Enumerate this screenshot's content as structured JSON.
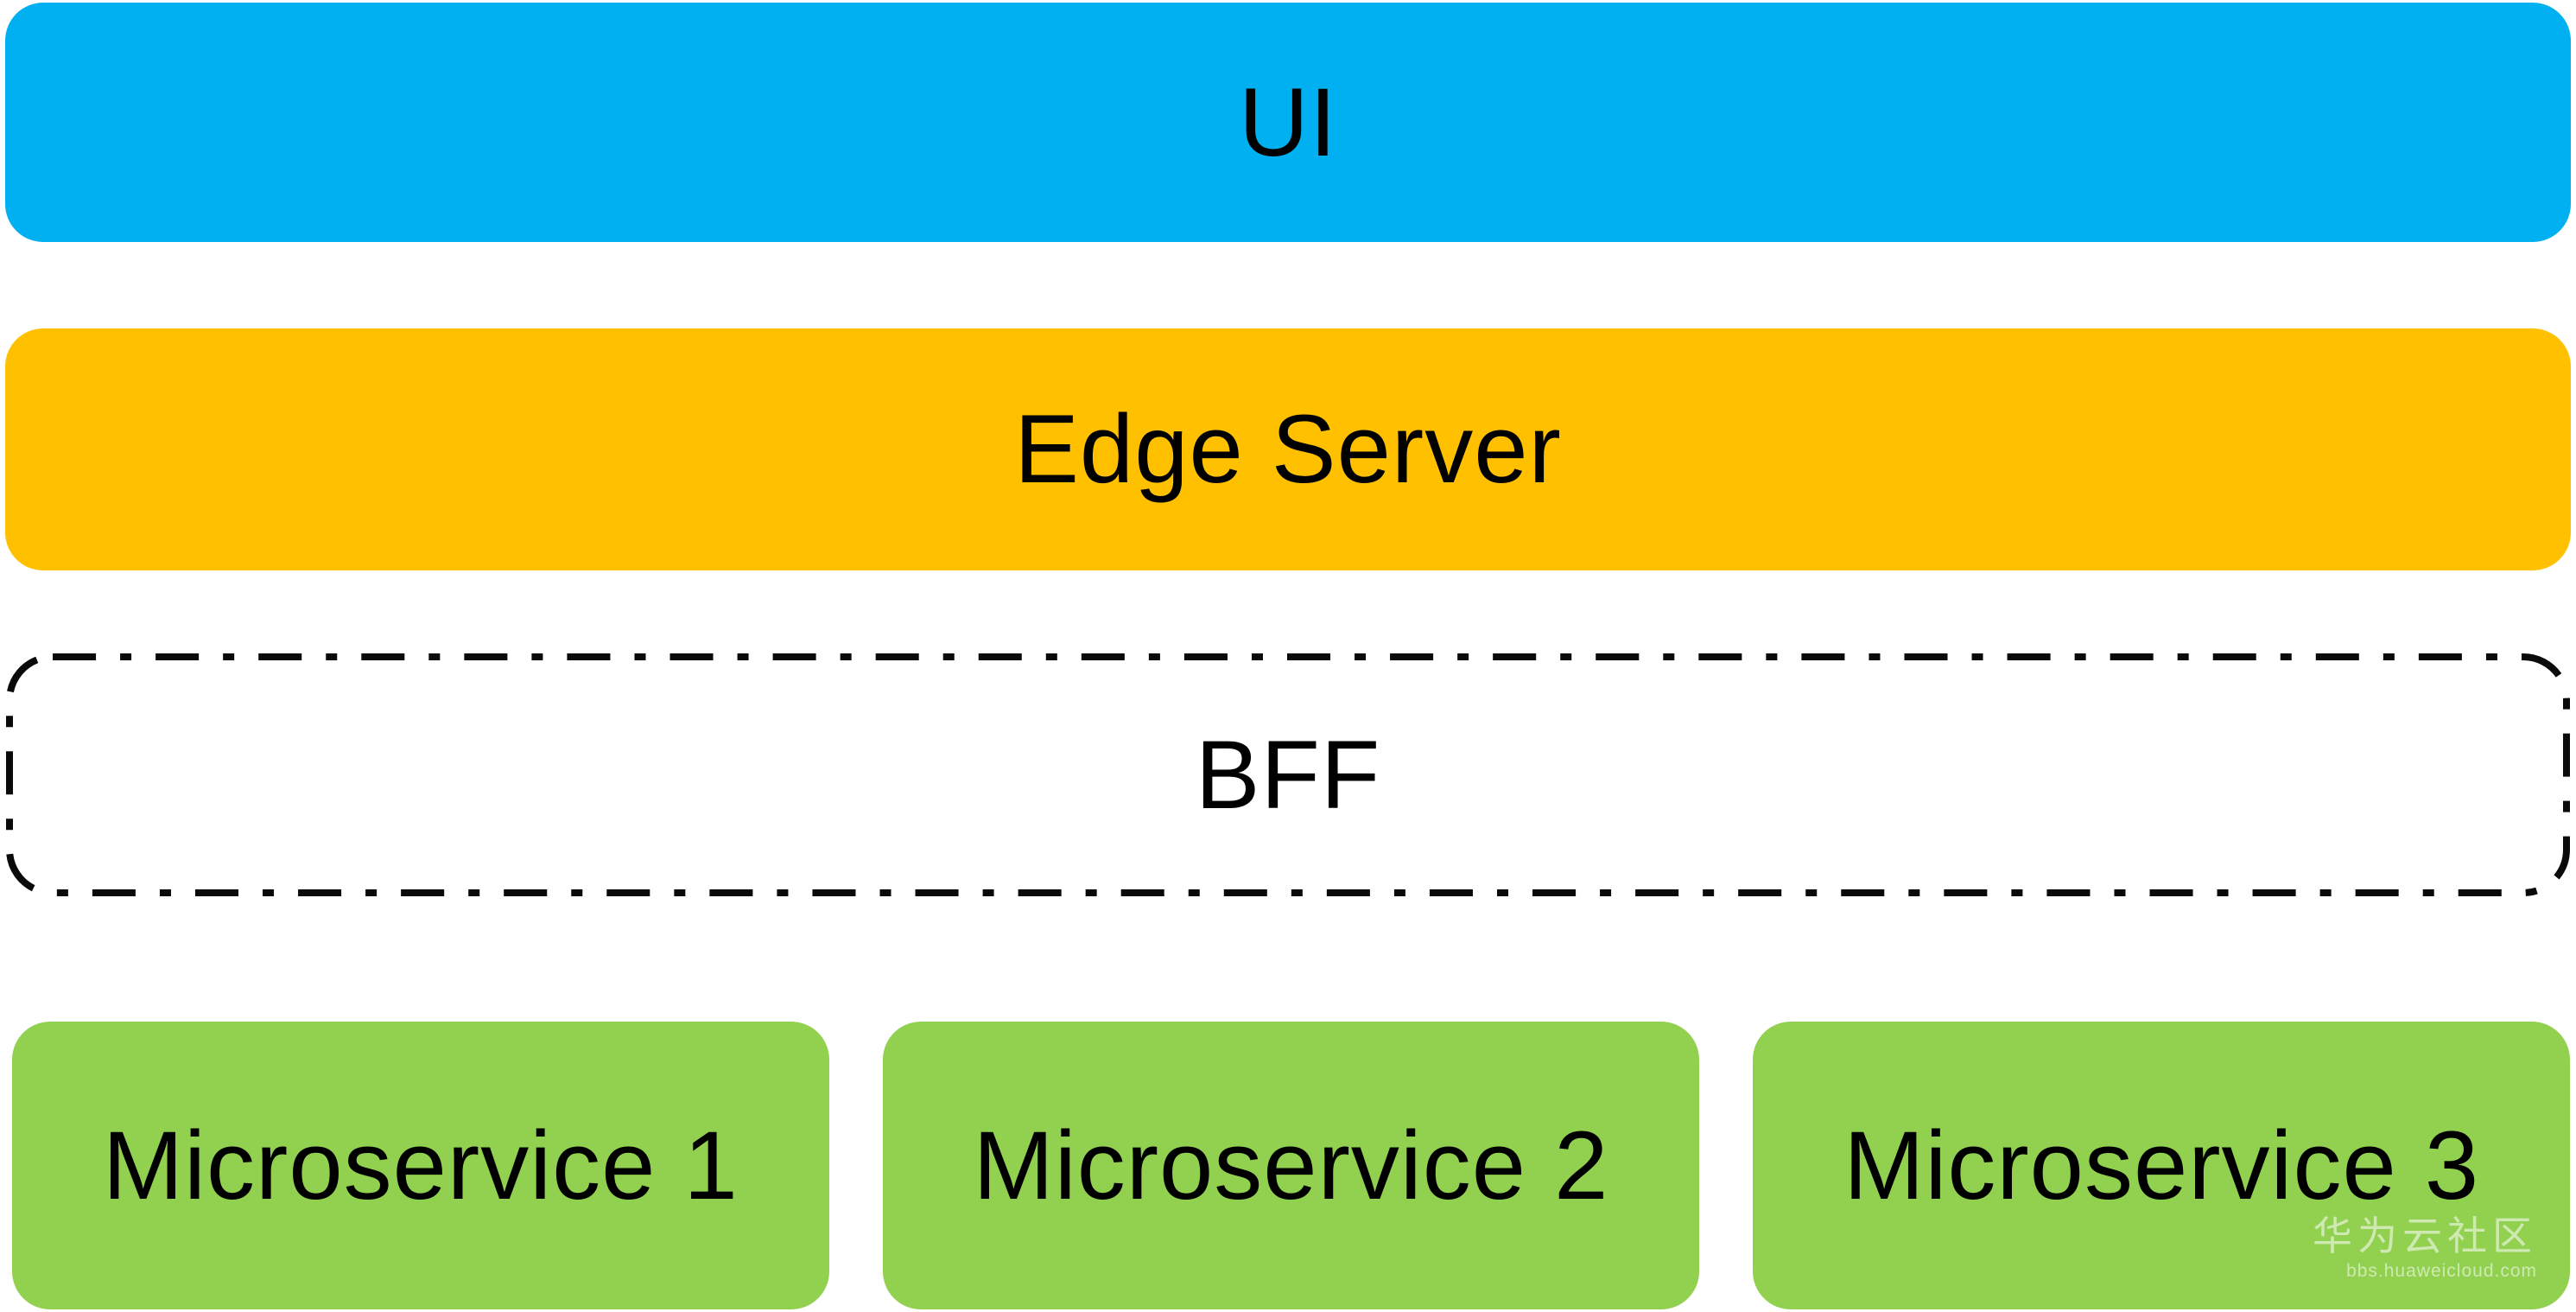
{
  "diagram": {
    "name": "bff-microservices-architecture",
    "text_color": "#000000",
    "layers": [
      {
        "id": "ui",
        "label": "UI",
        "fill": "#00B0F0",
        "border": "none"
      },
      {
        "id": "edge-server",
        "label": "Edge Server",
        "fill": "#FFC000",
        "border": "none"
      },
      {
        "id": "bff",
        "label": "BFF",
        "fill": "#FFFFFF",
        "border": "dash-dot",
        "border_color": "#0A0A0A"
      },
      {
        "id": "microservices",
        "fill": "#92D050",
        "items": [
          {
            "label": "Microservice 1"
          },
          {
            "label": "Microservice 2"
          },
          {
            "label": "Microservice 3"
          }
        ]
      }
    ]
  },
  "watermark": {
    "line1": "华为云社区",
    "line2": "bbs.huaweicloud.com",
    "color": "rgba(255,255,255,0.55)"
  }
}
